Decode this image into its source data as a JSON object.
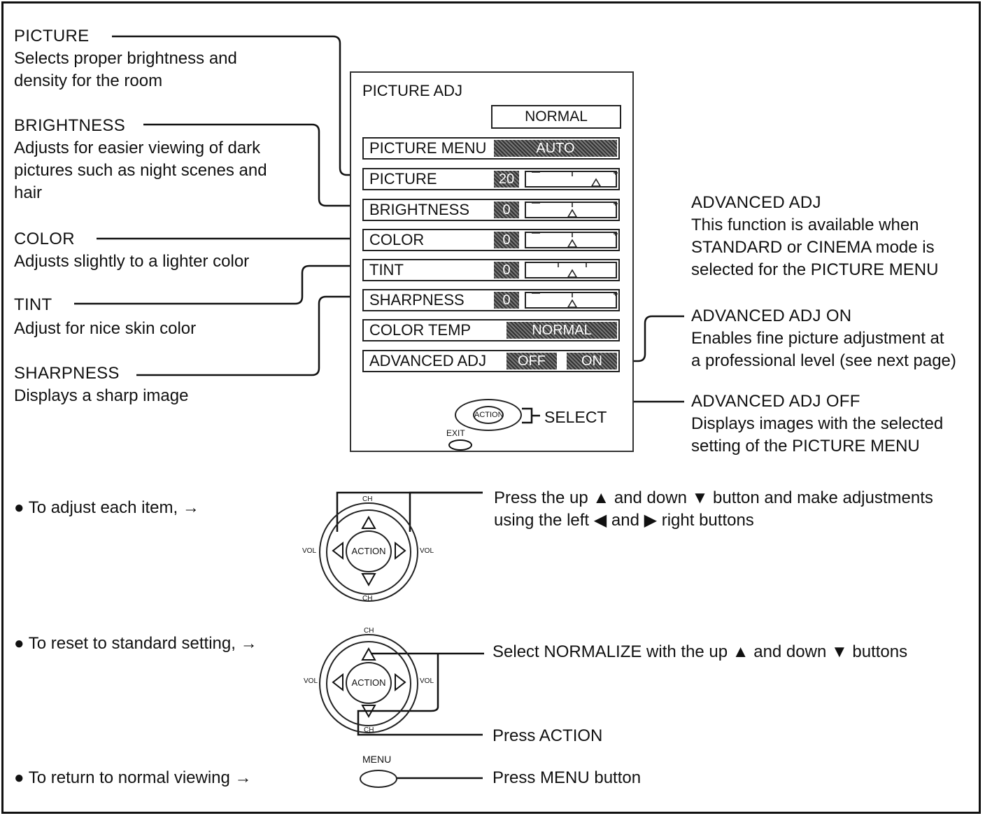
{
  "left_notes": [
    {
      "title": "PICTURE",
      "body": [
        "Selects proper brightness and",
        "density for the room"
      ]
    },
    {
      "title": "BRIGHTNESS",
      "body": [
        "Adjusts for easier viewing of dark",
        "pictures such as night scenes and",
        "hair"
      ]
    },
    {
      "title": "COLOR",
      "body": [
        "Adjusts slightly to a lighter color"
      ]
    },
    {
      "title": "TINT",
      "body": [
        "Adjust for nice skin color"
      ]
    },
    {
      "title": "SHARPNESS",
      "body": [
        "Displays a sharp image"
      ]
    }
  ],
  "osd": {
    "title": "PICTURE ADJ",
    "mode": "NORMAL",
    "rows": [
      {
        "label": "PICTURE MENU",
        "value": "AUTO"
      },
      {
        "label": "PICTURE",
        "value": "20"
      },
      {
        "label": "BRIGHTNESS",
        "value": "0"
      },
      {
        "label": "COLOR",
        "value": "0"
      },
      {
        "label": "TINT",
        "value": "0"
      },
      {
        "label": "SHARPNESS",
        "value": "0"
      },
      {
        "label": "COLOR TEMP",
        "value": "NORMAL"
      },
      {
        "label": "ADVANCED ADJ",
        "value_off": "OFF",
        "value_on": "ON"
      }
    ],
    "select_label": "SELECT",
    "action_label": "ACTION",
    "exit_label": "EXIT"
  },
  "right_notes": [
    {
      "title": "ADVANCED ADJ",
      "body": [
        "This function is available when",
        "STANDARD or CINEMA mode is",
        "selected for the PICTURE MENU"
      ]
    },
    {
      "title": "ADVANCED ADJ ON",
      "body": [
        "Enables fine picture adjustment at",
        "a professional level  (see next page)"
      ]
    },
    {
      "title": "ADVANCED ADJ OFF",
      "body": [
        "Displays images with the selected",
        "setting of the PICTURE MENU"
      ]
    }
  ],
  "steps": [
    {
      "text": "● To adjust each item, →",
      "desc": [
        "Press the up ▲ and down ▼ button and make adjustments",
        "using the left ◀ and ▶ right  buttons"
      ]
    },
    {
      "text": "● To reset to standard setting,  →",
      "desc": [
        "Select NORMALIZE with the up ▲ and down ▼ buttons"
      ],
      "desc2": "Press ACTION"
    },
    {
      "text": "● To return to  normal viewing  →",
      "desc": [
        "Press MENU button"
      ]
    }
  ],
  "remote": {
    "ch": "CH",
    "vol": "VOL",
    "action": "ACTION",
    "menu": "MENU"
  }
}
